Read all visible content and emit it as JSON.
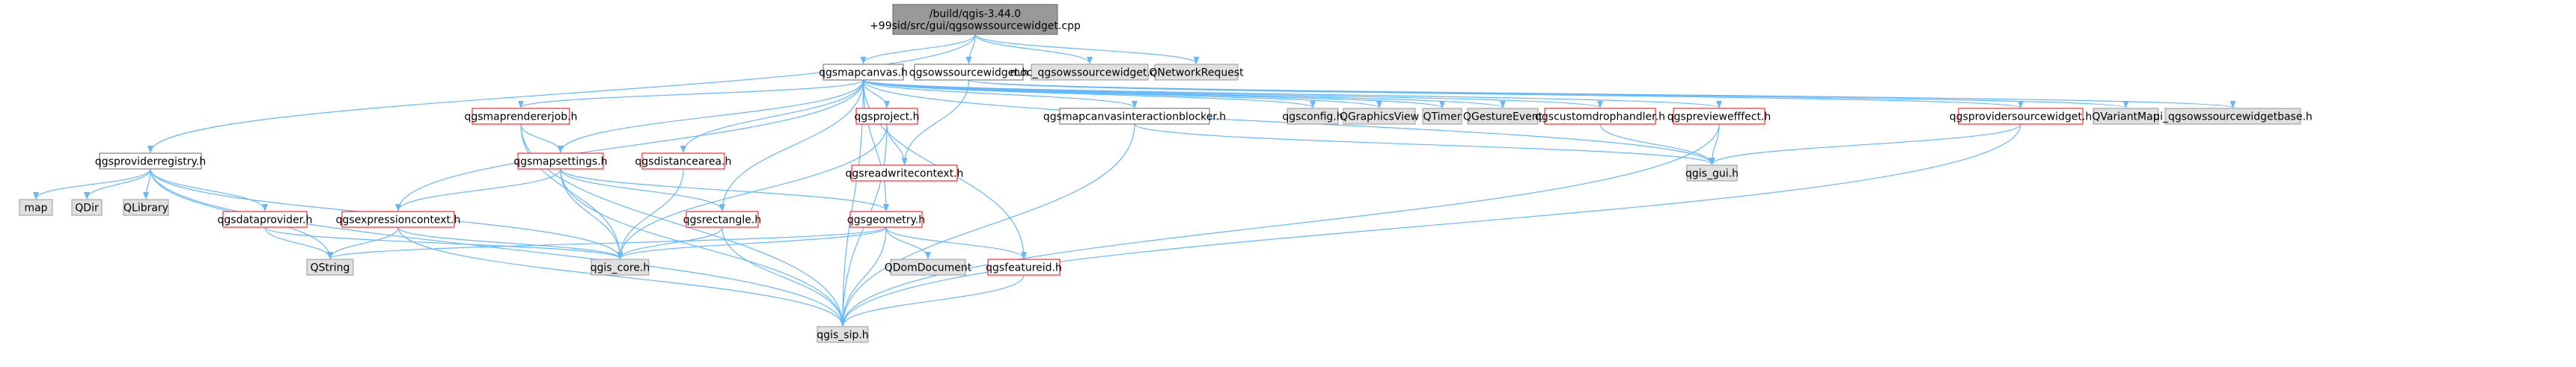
{
  "colors": {
    "edge": "#63b8ff",
    "root_fill": "#999999",
    "root_stroke": "#666666",
    "documented_fill": "#ffffff",
    "documented_stroke": "#666666",
    "incomplete_stroke": "#ff0000",
    "system_fill": "#e0e0e0",
    "system_stroke": "#999999",
    "text": "#000000"
  },
  "nodes": [
    {
      "id": "root",
      "lines": [
        "/build/qgis-3.44.0",
        "+99sid/src/gui/qgsowssourcewidget.cpp"
      ],
      "kind": "root"
    },
    {
      "id": "qgsmapcanvas",
      "lines": [
        "qgsmapcanvas.h"
      ],
      "kind": "documented"
    },
    {
      "id": "qgsowssourcewidget",
      "lines": [
        "qgsowssourcewidget.h"
      ],
      "kind": "documented"
    },
    {
      "id": "moc",
      "lines": [
        "moc_qgsowssourcewidget.cpp"
      ],
      "kind": "system"
    },
    {
      "id": "qnetworkrequest",
      "lines": [
        "QNetworkRequest"
      ],
      "kind": "system"
    },
    {
      "id": "qgsmaprendererjob",
      "lines": [
        "qgsmaprendererjob.h"
      ],
      "kind": "incomplete"
    },
    {
      "id": "qgsproject",
      "lines": [
        "qgsproject.h"
      ],
      "kind": "incomplete"
    },
    {
      "id": "qgsmapcanvasinteractionblocker",
      "lines": [
        "qgsmapcanvasinteractionblocker.h"
      ],
      "kind": "documented"
    },
    {
      "id": "qgsconfig",
      "lines": [
        "qgsconfig.h"
      ],
      "kind": "system"
    },
    {
      "id": "qgraphicsview",
      "lines": [
        "QGraphicsView"
      ],
      "kind": "system"
    },
    {
      "id": "qtimer",
      "lines": [
        "QTimer"
      ],
      "kind": "system"
    },
    {
      "id": "qgestureevent",
      "lines": [
        "QGestureEvent"
      ],
      "kind": "system"
    },
    {
      "id": "qgscustomdrophandler",
      "lines": [
        "qgscustomdrophandler.h"
      ],
      "kind": "incomplete"
    },
    {
      "id": "qgspreviewefffect",
      "lines": [
        "qgspreviewefffect.h"
      ],
      "kind": "incomplete"
    },
    {
      "id": "qgsprovidersourcewidget",
      "lines": [
        "qgsprovidersourcewidget.h"
      ],
      "kind": "incomplete"
    },
    {
      "id": "qvariantmap",
      "lines": [
        "QVariantMap"
      ],
      "kind": "system"
    },
    {
      "id": "ui_qgsowssourcewidgetbase",
      "lines": [
        "ui_qgsowssourcewidgetbase.h"
      ],
      "kind": "system"
    },
    {
      "id": "qgsproviderregistry",
      "lines": [
        "qgsproviderregistry.h"
      ],
      "kind": "documented"
    },
    {
      "id": "qgsmapsettings",
      "lines": [
        "qgsmapsettings.h"
      ],
      "kind": "incomplete"
    },
    {
      "id": "qgsdistancearea",
      "lines": [
        "qgsdistancearea.h"
      ],
      "kind": "incomplete"
    },
    {
      "id": "qgsreadwritecontext",
      "lines": [
        "qgsreadwritecontext.h"
      ],
      "kind": "incomplete"
    },
    {
      "id": "qgis_gui",
      "lines": [
        "qgis_gui.h"
      ],
      "kind": "system"
    },
    {
      "id": "map",
      "lines": [
        "map"
      ],
      "kind": "system"
    },
    {
      "id": "qdir",
      "lines": [
        "QDir"
      ],
      "kind": "system"
    },
    {
      "id": "qlibrary",
      "lines": [
        "QLibrary"
      ],
      "kind": "system"
    },
    {
      "id": "qgsdataprovider",
      "lines": [
        "qgsdataprovider.h"
      ],
      "kind": "incomplete"
    },
    {
      "id": "qgsexpressioncontext",
      "lines": [
        "qgsexpressioncontext.h"
      ],
      "kind": "incomplete"
    },
    {
      "id": "qgsrectangle",
      "lines": [
        "qgsrectangle.h"
      ],
      "kind": "incomplete"
    },
    {
      "id": "qgsgeometry",
      "lines": [
        "qgsgeometry.h"
      ],
      "kind": "incomplete"
    },
    {
      "id": "qstring",
      "lines": [
        "QString"
      ],
      "kind": "system"
    },
    {
      "id": "qgis_core",
      "lines": [
        "qgis_core.h"
      ],
      "kind": "system"
    },
    {
      "id": "qdomdocument",
      "lines": [
        "QDomDocument"
      ],
      "kind": "system"
    },
    {
      "id": "qgsfeatureid",
      "lines": [
        "qgsfeatureid.h"
      ],
      "kind": "incomplete"
    },
    {
      "id": "qgis_sip",
      "lines": [
        "qgis_sip.h"
      ],
      "kind": "system"
    }
  ],
  "edges": [
    [
      "root",
      "qgsmapcanvas"
    ],
    [
      "root",
      "qgsowssourcewidget"
    ],
    [
      "root",
      "moc"
    ],
    [
      "root",
      "qnetworkrequest"
    ],
    [
      "root",
      "qgsproviderregistry"
    ],
    [
      "qgsmapcanvas",
      "qgsmaprendererjob"
    ],
    [
      "qgsmapcanvas",
      "qgsproject"
    ],
    [
      "qgsmapcanvas",
      "qgsmapcanvasinteractionblocker"
    ],
    [
      "qgsmapcanvas",
      "qgsconfig"
    ],
    [
      "qgsmapcanvas",
      "qgraphicsview"
    ],
    [
      "qgsmapcanvas",
      "qtimer"
    ],
    [
      "qgsmapcanvas",
      "qgestureevent"
    ],
    [
      "qgsmapcanvas",
      "qgscustomdrophandler"
    ],
    [
      "qgsmapcanvas",
      "qgspreviewefffect"
    ],
    [
      "qgsmapcanvas",
      "qgsmapsettings"
    ],
    [
      "qgsmapcanvas",
      "qgsdistancearea"
    ],
    [
      "qgsmapcanvas",
      "qgsexpressioncontext"
    ],
    [
      "qgsmapcanvas",
      "qgsrectangle"
    ],
    [
      "qgsmapcanvas",
      "qgsgeometry"
    ],
    [
      "qgsmapcanvas",
      "qgsfeatureid"
    ],
    [
      "qgsmapcanvas",
      "qgis_gui"
    ],
    [
      "qgsmapcanvas",
      "qgis_sip"
    ],
    [
      "qgsowssourcewidget",
      "qgsprovidersourcewidget"
    ],
    [
      "qgsowssourcewidget",
      "qvariantmap"
    ],
    [
      "qgsowssourcewidget",
      "ui_qgsowssourcewidgetbase"
    ],
    [
      "qgsowssourcewidget",
      "qgsreadwritecontext"
    ],
    [
      "qgsmaprendererjob",
      "qgsmapsettings"
    ],
    [
      "qgsmaprendererjob",
      "qgis_core"
    ],
    [
      "qgsmaprendererjob",
      "qgis_sip"
    ],
    [
      "qgsproject",
      "qgsreadwritecontext"
    ],
    [
      "qgsproject",
      "qgis_core"
    ],
    [
      "qgsproject",
      "qgis_sip"
    ],
    [
      "qgsmapcanvasinteractionblocker",
      "qgis_gui"
    ],
    [
      "qgsmapcanvasinteractionblocker",
      "qgis_sip"
    ],
    [
      "qgscustomdrophandler",
      "qgis_gui"
    ],
    [
      "qgspreviewefffect",
      "qgis_gui"
    ],
    [
      "qgspreviewefffect",
      "qgis_sip"
    ],
    [
      "qgsprovidersourcewidget",
      "qgis_gui"
    ],
    [
      "qgsprovidersourcewidget",
      "qgis_sip"
    ],
    [
      "qgsproviderregistry",
      "map"
    ],
    [
      "qgsproviderregistry",
      "qdir"
    ],
    [
      "qgsproviderregistry",
      "qlibrary"
    ],
    [
      "qgsproviderregistry",
      "qgsdataprovider"
    ],
    [
      "qgsproviderregistry",
      "qstring"
    ],
    [
      "qgsproviderregistry",
      "qgis_core"
    ],
    [
      "qgsproviderregistry",
      "qgis_sip"
    ],
    [
      "qgsmapsettings",
      "qgsexpressioncontext"
    ],
    [
      "qgsmapsettings",
      "qgsrectangle"
    ],
    [
      "qgsmapsettings",
      "qgsgeometry"
    ],
    [
      "qgsmapsettings",
      "qgis_core"
    ],
    [
      "qgsmapsettings",
      "qgis_sip"
    ],
    [
      "qgsdistancearea",
      "qgis_core"
    ],
    [
      "qgsdataprovider",
      "qstring"
    ],
    [
      "qgsdataprovider",
      "qgis_core"
    ],
    [
      "qgsexpressioncontext",
      "qstring"
    ],
    [
      "qgsexpressioncontext",
      "qgis_core"
    ],
    [
      "qgsexpressioncontext",
      "qgis_sip"
    ],
    [
      "qgsrectangle",
      "qgis_core"
    ],
    [
      "qgsrectangle",
      "qgis_sip"
    ],
    [
      "qgsgeometry",
      "qgis_core"
    ],
    [
      "qgsgeometry",
      "qdomdocument"
    ],
    [
      "qgsgeometry",
      "qgsfeatureid"
    ],
    [
      "qgsgeometry",
      "qstring"
    ],
    [
      "qgsgeometry",
      "qgis_sip"
    ],
    [
      "qgsfeatureid",
      "qgis_sip"
    ]
  ]
}
